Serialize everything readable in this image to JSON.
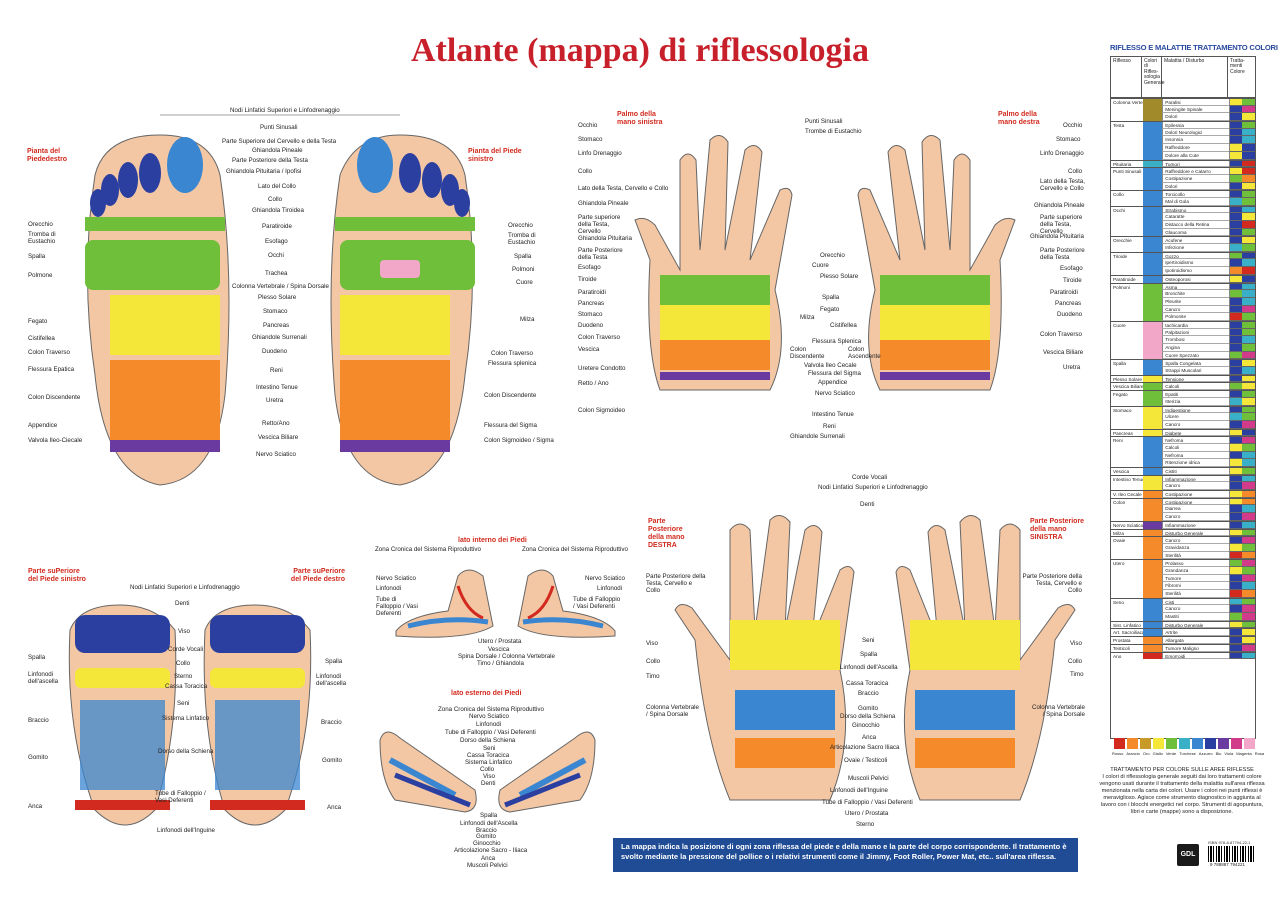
{
  "title": "Atlante (mappa) di riflessologia",
  "soles": {
    "left_title": "Pianta del Piededestro",
    "right_title": "Pianta del Piede sinistro",
    "center_labels": [
      "Nodi Linfatici Superiori e Linfodrenaggio",
      "Punti Sinusali",
      "Parte Superiore del Cervello e della Testa",
      "Ghiandola Pineale",
      "Parte Posteriore della Testa",
      "Ghiandola Pituitaria / Ipofisi",
      "Lato del Collo",
      "Collo",
      "Ghiandola Tiroidea",
      "Paratiroide",
      "Esofago",
      "Occhi",
      "Trachea",
      "Colonna Vertebrale / Spina Dorsale",
      "Plesso Solare",
      "Stomaco",
      "Pancreas",
      "Ghiandole Surrenali",
      "Duodeno",
      "Reni",
      "Intestino Tenue",
      "Uretra",
      "Retto/Ano",
      "Vescica Biliare",
      "Nervo Sciatico"
    ],
    "left_labels": [
      "Orecchio",
      "Tromba di Eustachio",
      "Spalla",
      "Polmone",
      "Fegato",
      "Cistifellea",
      "Colon Traverso",
      "Flessura Epatica",
      "Colon Discendente",
      "Appendice",
      "Valvola Ileo-Ciecale"
    ],
    "right_labels": [
      "Orecchio",
      "Tromba di Eustachio",
      "Spalla",
      "Polmoni",
      "Cuore",
      "Milza",
      "Colon Traverso",
      "Flessura splenica",
      "Colon Discendente",
      "Flessura del Sigma",
      "Colon Sigmoideo / Sigma"
    ]
  },
  "palms": {
    "left_title": "Palmo della mano sinistra",
    "right_title": "Palmo della mano destra",
    "center_labels": [
      "Punti Sinusali",
      "Trombe di Eustachio",
      "Orecchio",
      "Cuore",
      "Plesso Solare",
      "Spalla",
      "Fegato",
      "Milza",
      "Cistifellea",
      "Flessura Splenica",
      "Colon Discendente",
      "Colon Ascendente",
      "Valvola Ileo Cecale",
      "Flessura del Sigma",
      "Appendice",
      "Nervo Sciatico",
      "Intestino Tenue",
      "Reni",
      "Ghiandole Surrenali"
    ],
    "left_labels": [
      "Occhio",
      "Stomaco",
      "Linfo Drenaggio",
      "Collo",
      "Lato della Testa, Cervello e Collo",
      "Ghiandola Pineale",
      "Parte superiore della Testa, Cervello",
      "Ghiandola Pituitaria",
      "Parte Posteriore della Testa",
      "Esofago",
      "Tiroide",
      "Paratiroidi",
      "Pancreas",
      "Stomaco",
      "Duodeno",
      "Colon Traverso",
      "Vescica",
      "Uretere Condotto",
      "Retto / Ano",
      "Colon Sigmoideo"
    ],
    "right_labels": [
      "Occhio",
      "Stomaco",
      "Linfo Drenaggio",
      "Collo",
      "Lato della Testa, Cervello e Collo",
      "Ghiandola Pineale",
      "Parte superiore della Testa, Cervello",
      "Ghiandola Pituitaria",
      "Parte Posteriore della Testa",
      "Esofago",
      "Tiroide",
      "Paratiroidi",
      "Pancreas",
      "Duodeno",
      "Colon Traverso",
      "Vescica Biliare",
      "Uretra"
    ]
  },
  "top_feet": {
    "left_title": "Parte suPeriore del Piede sinistro",
    "right_title": "Parte suPeriore del Piede destro",
    "center_labels": [
      "Nodi Linfatici Superiori e Linfodrenaggio",
      "Denti",
      "Viso",
      "Corde Vocali",
      "Collo",
      "Sterno",
      "Cassa Toracica",
      "Seni",
      "Sistema Linfatico",
      "Dorso della Schiena",
      "Tube di Falloppio / Vasi Deferenti",
      "Linfonodi dell'Inguine"
    ],
    "left_labels": [
      "Spalla",
      "Linfonodi dell'ascella",
      "Braccio",
      "Gomito",
      "Anca"
    ],
    "right_labels": [
      "Spalla",
      "Linfonodi dell'ascella",
      "Braccio",
      "Gomito",
      "Anca"
    ]
  },
  "inner_feet": {
    "title": "lato interno dei Piedi",
    "labels": [
      "Zona Cronica del Sistema Riproduttivo",
      "Zona Cronica del Sistema Riproduttivo",
      "Nervo Sciatico",
      "Linfonodi",
      "Tube di Falloppio / Vasi Deferenti",
      "Nervo Sciatico",
      "Linfonodi",
      "Tube di Falloppio / Vasi Deferenti",
      "Utero / Prostata",
      "Vescica",
      "Spina Dorsale / Colonna Vertebrale",
      "Timo / Ghiandola"
    ]
  },
  "outer_feet": {
    "title": "lato esterno dei Piedi",
    "labels": [
      "Zona Cronica del Sistema Riproduttivo",
      "Nervo Sciatico",
      "Linfonodi",
      "Tube di Falloppio / Vasi Deferenti",
      "Dorso della Schiena",
      "Seni",
      "Cassa Toracica",
      "Sistema Linfatico",
      "Collo",
      "Viso",
      "Denti",
      "Spalla",
      "Linfonodi dell'Ascella",
      "Braccio",
      "Gomito",
      "Ginocchio",
      "Articolazione Sacro - Iliaca",
      "Anca",
      "Muscoli Pelvici"
    ]
  },
  "back_hands": {
    "left_title": "Parte Posteriore della mano DESTRA",
    "right_title": "Parte Posteriore della mano SINISTRA",
    "center_labels": [
      "Corde Vocali",
      "Nodi Linfatici Superiori e Linfodrenaggio",
      "Denti",
      "Seni",
      "Spalla",
      "Linfonodi dell'Ascella",
      "Cassa Toracica",
      "Braccio",
      "Gomito",
      "Dorso della Schiena",
      "Ginocchio",
      "Articolazione Sacro Iliaca",
      "Anca",
      "Ovaie / Testicoli",
      "Muscoli Pelvici",
      "Linfonodi dell'Inguine",
      "Tube di Falloppio / Vasi Deferenti",
      "Utero / Prostata",
      "Sterno"
    ],
    "left_labels": [
      "Parte Posteriore della Testa, Cervello e Collo",
      "Viso",
      "Collo",
      "Timo",
      "Colonna Vertebrale / Spina Dorsale"
    ],
    "right_labels": [
      "Parte Posteriore della Testa, Cervello e Collo",
      "Viso",
      "Collo",
      "Timo",
      "Colonna Vertebrale / Spina Dorsale"
    ]
  },
  "info_text": "La mappa indica la posizione di ogni zona riflessa del piede e della mano e la parte del corpo corrispondente. Il trattamento è svolto mediante la pressione del pollice o i relativi strumenti come il Jimmy, Foot Roller, Power Mat, etc.. sull'area riflessa.",
  "table": {
    "title": "RIFLESSO E MALATTIE TRATTAMENTO COLORI",
    "col_riflesso": "Riflesso",
    "col_colori": "Colori di Rifles-sologia Generale",
    "col_malattia": "Malattia / Disturbo",
    "col_trattamento": "Tratta-menti Colore",
    "rows": [
      {
        "r": "Colonna Vertebrale",
        "c": "#a08a2a",
        "m": "Paralisi",
        "t": [
          "#f5e63a",
          "#6fbf3a"
        ]
      },
      {
        "r": "",
        "c": "#a08a2a",
        "m": "Meningite Spinale",
        "t": [
          "#2a3fa0",
          "#d23a8a"
        ]
      },
      {
        "r": "",
        "c": "#a08a2a",
        "m": "Dolori",
        "t": [
          "#2a3fa0",
          "#f5e63a"
        ]
      },
      {
        "r": "Testa",
        "c": "#3a86d0",
        "m": "Epilessia",
        "t": [
          "#2a3fa0",
          "#6fbf3a"
        ]
      },
      {
        "r": "",
        "c": "#3a86d0",
        "m": "Dolori Neurologici",
        "t": [
          "#2a3fa0",
          "#3ab0c8"
        ]
      },
      {
        "r": "",
        "c": "#3a86d0",
        "m": "Insonnia",
        "t": [
          "#2a3fa0",
          "#3ab0c8"
        ]
      },
      {
        "r": "",
        "c": "#3a86d0",
        "m": "Raffreddore",
        "t": [
          "#f5e63a",
          "#2a3fa0"
        ]
      },
      {
        "r": "",
        "c": "#3a86d0",
        "m": "Dolore alla Cute",
        "t": [
          "#f5e63a",
          "#2a3fa0"
        ]
      },
      {
        "r": "Pituitaria",
        "c": "#3ab0c8",
        "m": "Tumori",
        "t": [
          "#2a3fa0",
          "#d22a1e"
        ]
      },
      {
        "r": "Punti Sinusali",
        "c": "#3a86d0",
        "m": "Raffreddore e Catarro",
        "t": [
          "#f5e63a",
          "#d22a1e"
        ]
      },
      {
        "r": "",
        "c": "#3a86d0",
        "m": "Costipazione",
        "t": [
          "#6fbf3a",
          "#f58a2a"
        ]
      },
      {
        "r": "",
        "c": "#3a86d0",
        "m": "Dolori",
        "t": [
          "#2a3fa0",
          "#f5e63a"
        ]
      },
      {
        "r": "Collo",
        "c": "#3a86d0",
        "m": "Torcicollo",
        "t": [
          "#2a3fa0",
          "#6fbf3a"
        ]
      },
      {
        "r": "",
        "c": "#3a86d0",
        "m": "Mal di Gola",
        "t": [
          "#3ab0c8",
          "#6fbf3a"
        ]
      },
      {
        "r": "Occhi",
        "c": "#3a86d0",
        "m": "Strabismo",
        "t": [
          "#2a3fa0",
          "#3ab0c8"
        ]
      },
      {
        "r": "",
        "c": "#3a86d0",
        "m": "Cataratte",
        "t": [
          "#2a3fa0",
          "#f5e63a"
        ]
      },
      {
        "r": "",
        "c": "#3a86d0",
        "m": "Distacco della Retina",
        "t": [
          "#2a3fa0",
          "#d22a1e"
        ]
      },
      {
        "r": "",
        "c": "#3a86d0",
        "m": "Glaucoma",
        "t": [
          "#2a3fa0",
          "#6fbf3a"
        ]
      },
      {
        "r": "Orecchie",
        "c": "#3a86d0",
        "m": "Acufene",
        "t": [
          "#2a3fa0",
          "#f5e63a"
        ]
      },
      {
        "r": "",
        "c": "#3a86d0",
        "m": "Infezione",
        "t": [
          "#3ab0c8",
          "#6fbf3a"
        ]
      },
      {
        "r": "Tiroide",
        "c": "#3a86d0",
        "m": "Gozzo",
        "t": [
          "#6fbf3a",
          "#2a3fa0"
        ]
      },
      {
        "r": "",
        "c": "#3a86d0",
        "m": "Ipertiroidismo",
        "t": [
          "#2a3fa0",
          "#3ab0c8"
        ]
      },
      {
        "r": "",
        "c": "#3a86d0",
        "m": "Ipotiroidismo",
        "t": [
          "#f58a2a",
          "#d22a1e"
        ]
      },
      {
        "r": "Paratiroide",
        "c": "#3a86d0",
        "m": "Osteoporosi",
        "t": [
          "#f5e63a",
          "#2a3fa0"
        ]
      },
      {
        "r": "Polmoni",
        "c": "#6fbf3a",
        "m": "Asma",
        "t": [
          "#2a3fa0",
          "#3ab0c8"
        ]
      },
      {
        "r": "",
        "c": "#6fbf3a",
        "m": "Bronchite",
        "t": [
          "#6fbf3a",
          "#3ab0c8"
        ]
      },
      {
        "r": "",
        "c": "#6fbf3a",
        "m": "Pleurite",
        "t": [
          "#2a3fa0",
          "#3ab0c8"
        ]
      },
      {
        "r": "",
        "c": "#6fbf3a",
        "m": "Cancro",
        "t": [
          "#2a3fa0",
          "#d23a8a"
        ]
      },
      {
        "r": "",
        "c": "#6fbf3a",
        "m": "Polmonite",
        "t": [
          "#d22a1e",
          "#6fbf3a"
        ]
      },
      {
        "r": "Cuore",
        "c": "#f2a6c8",
        "m": "tachicardia",
        "t": [
          "#2a3fa0",
          "#6fbf3a"
        ]
      },
      {
        "r": "",
        "c": "#f2a6c8",
        "m": "Palpitazioni",
        "t": [
          "#2a3fa0",
          "#6fbf3a"
        ]
      },
      {
        "r": "",
        "c": "#f2a6c8",
        "m": "Trombosi",
        "t": [
          "#2a3fa0",
          "#3ab0c8"
        ]
      },
      {
        "r": "",
        "c": "#f2a6c8",
        "m": "Angina",
        "t": [
          "#2a3fa0",
          "#6fbf3a"
        ]
      },
      {
        "r": "",
        "c": "#f2a6c8",
        "m": "Cuore Spezzato",
        "t": [
          "#6fbf3a",
          "#d23a8a"
        ]
      },
      {
        "r": "Spalla",
        "c": "#3a86d0",
        "m": "Spalla Congelata",
        "t": [
          "#2a3fa0",
          "#f5e63a"
        ]
      },
      {
        "r": "",
        "c": "#3a86d0",
        "m": "Strappi Muscolari",
        "t": [
          "#2a3fa0",
          "#3ab0c8"
        ]
      },
      {
        "r": "Plesso Solare",
        "c": "#f5e63a",
        "m": "Tensione",
        "t": [
          "#2a3fa0",
          "#f5e63a"
        ]
      },
      {
        "r": "Vescica Biliare",
        "c": "#6fbf3a",
        "m": "Calcoli",
        "t": [
          "#6fbf3a",
          "#f5e63a"
        ]
      },
      {
        "r": "Fegato",
        "c": "#6fbf3a",
        "m": "Epatiti",
        "t": [
          "#2a3fa0",
          "#6fbf3a"
        ]
      },
      {
        "r": "",
        "c": "#6fbf3a",
        "m": "Itterizia",
        "t": [
          "#3ab0c8",
          "#f5e63a"
        ]
      },
      {
        "r": "Stomaco",
        "c": "#f5e63a",
        "m": "Indigestione",
        "t": [
          "#2a3fa0",
          "#6fbf3a"
        ]
      },
      {
        "r": "",
        "c": "#f5e63a",
        "m": "Ulcere",
        "t": [
          "#3ab0c8",
          "#6fbf3a"
        ]
      },
      {
        "r": "",
        "c": "#f5e63a",
        "m": "Cancro",
        "t": [
          "#2a3fa0",
          "#d23a8a"
        ]
      },
      {
        "r": "Pancreas",
        "c": "#f5e63a",
        "m": "Diabete",
        "t": [
          "#f5e63a",
          "#2a3fa0"
        ]
      },
      {
        "r": "Reni",
        "c": "#3a86d0",
        "m": "Nefroma",
        "t": [
          "#2a3fa0",
          "#d23a8a"
        ]
      },
      {
        "r": "",
        "c": "#3a86d0",
        "m": "Calcoli",
        "t": [
          "#f5e63a",
          "#6fbf3a"
        ]
      },
      {
        "r": "",
        "c": "#3a86d0",
        "m": "Nefroma",
        "t": [
          "#2a3fa0",
          "#3ab0c8"
        ]
      },
      {
        "r": "",
        "c": "#3a86d0",
        "m": "Ritenzione idrica",
        "t": [
          "#f5e63a",
          "#3ab0c8"
        ]
      },
      {
        "r": "Vescica",
        "c": "#3a86d0",
        "m": "Cistiti",
        "t": [
          "#f5e63a",
          "#6fbf3a"
        ]
      },
      {
        "r": "Intestino Tenue",
        "c": "#f5e63a",
        "m": "Infiammazione",
        "t": [
          "#2a3fa0",
          "#3ab0c8"
        ]
      },
      {
        "r": "",
        "c": "#f5e63a",
        "m": "Cancro",
        "t": [
          "#2a3fa0",
          "#d23a8a"
        ]
      },
      {
        "r": "V. Ileo Cecale",
        "c": "#f58a2a",
        "m": "Costipazione",
        "t": [
          "#f5e63a",
          "#f58a2a"
        ]
      },
      {
        "r": "Colon",
        "c": "#f58a2a",
        "m": "Costipazione",
        "t": [
          "#f5e63a",
          "#f58a2a"
        ]
      },
      {
        "r": "",
        "c": "#f58a2a",
        "m": "Diarrea",
        "t": [
          "#2a3fa0",
          "#3ab0c8"
        ]
      },
      {
        "r": "",
        "c": "#f58a2a",
        "m": "Cancro",
        "t": [
          "#2a3fa0",
          "#d23a8a"
        ]
      },
      {
        "r": "Nervo Sciatico",
        "c": "#6a3aa0",
        "m": "Infiammazione",
        "t": [
          "#2a3fa0",
          "#3ab0c8"
        ]
      },
      {
        "r": "Milza",
        "c": "#f58a2a",
        "m": "Disturbo Generale",
        "t": [
          "#f5e63a",
          "#6fbf3a"
        ]
      },
      {
        "r": "Ovaie",
        "c": "#f58a2a",
        "m": "Cancro",
        "t": [
          "#2a3fa0",
          "#d23a8a"
        ]
      },
      {
        "r": "",
        "c": "#f58a2a",
        "m": "Gravidanza",
        "t": [
          "#f5e63a",
          "#6fbf3a"
        ]
      },
      {
        "r": "",
        "c": "#f58a2a",
        "m": "Sterilità",
        "t": [
          "#d22a1e",
          "#f58a2a"
        ]
      },
      {
        "r": "Utero",
        "c": "#f58a2a",
        "m": "Prolasso",
        "t": [
          "#6fbf3a",
          "#d23a8a"
        ]
      },
      {
        "r": "",
        "c": "#f58a2a",
        "m": "Grandanza",
        "t": [
          "#f5e63a",
          "#6fbf3a"
        ]
      },
      {
        "r": "",
        "c": "#f58a2a",
        "m": "Tumore",
        "t": [
          "#2a3fa0",
          "#d23a8a"
        ]
      },
      {
        "r": "",
        "c": "#f58a2a",
        "m": "Fibromi",
        "t": [
          "#2a3fa0",
          "#3ab0c8"
        ]
      },
      {
        "r": "",
        "c": "#f58a2a",
        "m": "Sterilità",
        "t": [
          "#d22a1e",
          "#f58a2a"
        ]
      },
      {
        "r": "Seno",
        "c": "#3a86d0",
        "m": "Cisti",
        "t": [
          "#3ab0c8",
          "#6fbf3a"
        ]
      },
      {
        "r": "",
        "c": "#3a86d0",
        "m": "Cancro",
        "t": [
          "#2a3fa0",
          "#d23a8a"
        ]
      },
      {
        "r": "",
        "c": "#3a86d0",
        "m": "Mastiti",
        "t": [
          "#6fbf3a",
          "#d23a8a"
        ]
      },
      {
        "r": "Sist. Linfatico",
        "c": "#3a86d0",
        "m": "Disturbo Generale",
        "t": [
          "#f5e63a",
          "#6fbf3a"
        ]
      },
      {
        "r": "Art. Sacroiliaca",
        "c": "#3a86d0",
        "m": "Artrite",
        "t": [
          "#2a3fa0",
          "#f5e63a"
        ]
      },
      {
        "r": "Prostata",
        "c": "#f58a2a",
        "m": "Allargata",
        "t": [
          "#2a3fa0",
          "#f5e63a"
        ]
      },
      {
        "r": "Testicoli",
        "c": "#f58a2a",
        "m": "Tumore Maligno",
        "t": [
          "#2a3fa0",
          "#d23a8a"
        ]
      },
      {
        "r": "Ano",
        "c": "#d22a1e",
        "m": "Emorroidi",
        "t": [
          "#2a3fa0",
          "#3ab0c8"
        ]
      }
    ],
    "legend": [
      {
        "name": "Rosso",
        "color": "#d22a1e"
      },
      {
        "name": "Arancio",
        "color": "#f58a2a"
      },
      {
        "name": "Oro",
        "color": "#c89a2a"
      },
      {
        "name": "Giallo",
        "color": "#f5e63a"
      },
      {
        "name": "Verde",
        "color": "#6fbf3a"
      },
      {
        "name": "Turchese",
        "color": "#3ab0c8"
      },
      {
        "name": "Azzurro",
        "color": "#3a86d0"
      },
      {
        "name": "Blu",
        "color": "#2a3fa0"
      },
      {
        "name": "Viola",
        "color": "#6a3aa0"
      },
      {
        "name": "Magenta",
        "color": "#d23a8a"
      },
      {
        "name": "Rosa",
        "color": "#f2a6c8"
      }
    ]
  },
  "treatment_title": "TRATTAMENTO PER COLORE SULLE AREE RIFLESSE",
  "treatment_text": "I colori di riflessologia generale seguiti dai loro trattamenti colore vengono usati durante il trattamento della malattia sull'area riflessa menzionata nella carta dei colori. Usare i colori nei punti riflessi è meraviglioso. Agisce come strumento diagnostico in aggiunta al lavoro con i blocchi energetici nel corpo. Strumenti di agopuntura, libri e carte (mappe) sono a disposizione.",
  "isbn": "ISBN 978-8-87794-22-1",
  "barcode_number": "9 788887 794221",
  "publisher": "GDL"
}
